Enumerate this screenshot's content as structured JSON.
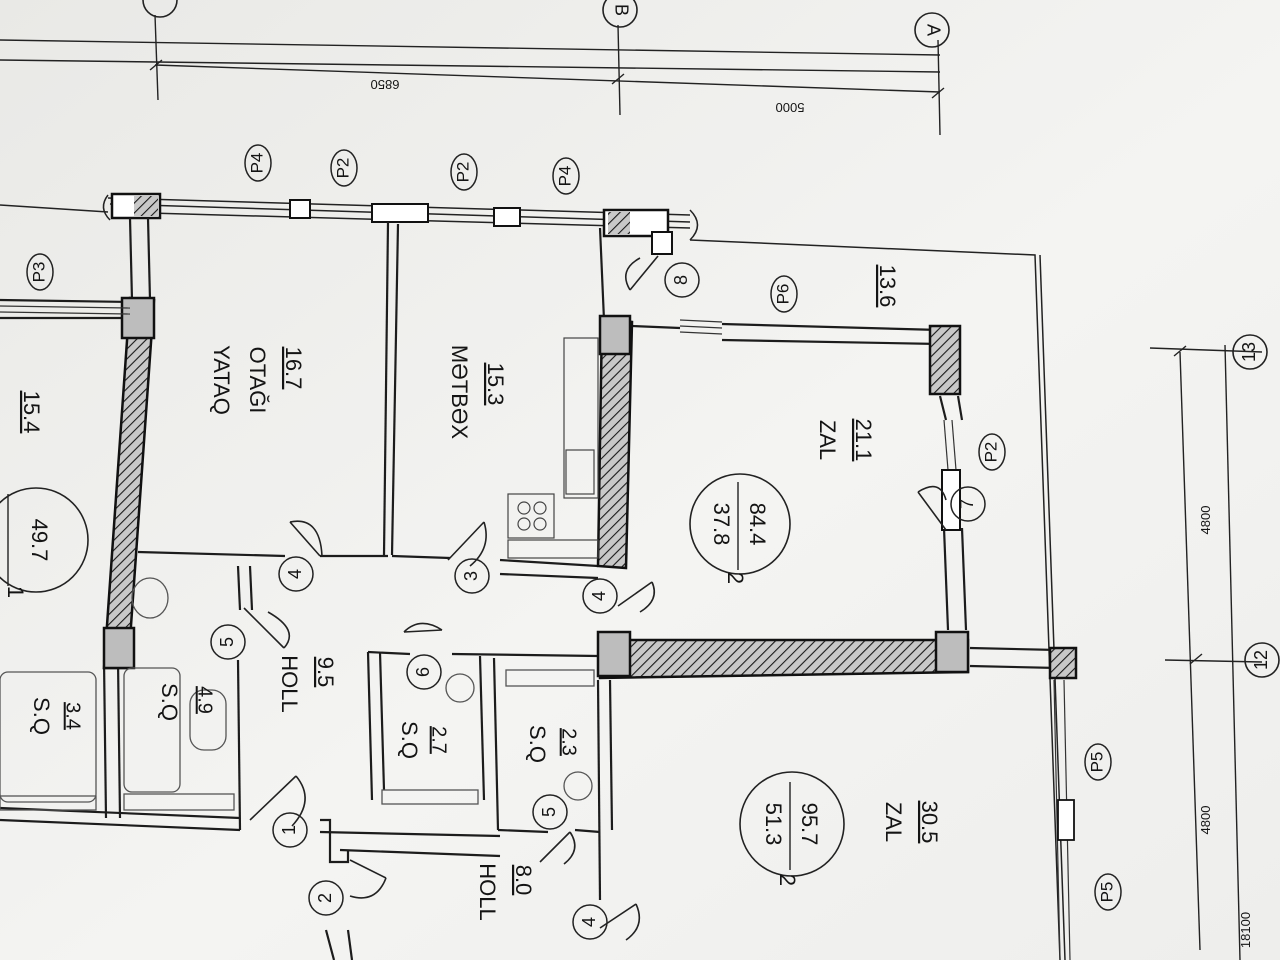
{
  "axes": {
    "b": "B",
    "a": "A",
    "n13": "13",
    "n12": "12"
  },
  "dimensions": {
    "top_long": "6850",
    "top_short": "5000",
    "right_upper": "4800",
    "right_lower": "4800",
    "right_total": "18100"
  },
  "window_tags": {
    "p4_left": "P4",
    "p2_a": "P2",
    "p2_b": "P2",
    "p4_right": "P4",
    "p3": "P3",
    "p6": "P6",
    "p2_zal": "P2",
    "p5_a": "P5",
    "p5_b": "P5"
  },
  "rooms": {
    "yataq": {
      "name_line1": "YATAQ",
      "name_line2": "OTAĞI",
      "area": "16.7"
    },
    "metbex": {
      "name": "MƏTBƏX",
      "area": "15.3"
    },
    "left_room": {
      "area": "15.4"
    },
    "balcony": {
      "area": "13.6"
    },
    "zal_upper": {
      "name": "ZAL",
      "area": "21.1"
    },
    "zal_lower": {
      "name": "ZAL",
      "area": "30.5"
    },
    "hall_upper": {
      "name": "HOLL",
      "area": "9.5"
    },
    "hall_lower": {
      "name": "HOLL",
      "area": "8.0"
    },
    "sq_a": {
      "name": "S.Q",
      "area": "4.9"
    },
    "sq_b": {
      "name": "S.Q",
      "area": "2.7"
    },
    "sq_c": {
      "name": "S.Q",
      "area": "2.3"
    },
    "sq_d": {
      "name": "S.Q",
      "area": "3.4"
    }
  },
  "apartments": {
    "upper": {
      "rooms": "2",
      "living": "37.8",
      "total": "84.4"
    },
    "lower": {
      "rooms": "2",
      "living": "51.3",
      "total": "95.7"
    },
    "left": {
      "prefix": "1",
      "living": "49.7"
    }
  },
  "door_numbers": {
    "d8": "8",
    "d4_yataq": "4",
    "d3": "3",
    "d4_zal": "4",
    "d5_holl": "5",
    "d6": "6",
    "d1": "1",
    "d2": "2",
    "d5_sq": "5",
    "d4_bottom": "4",
    "d7": "7"
  }
}
